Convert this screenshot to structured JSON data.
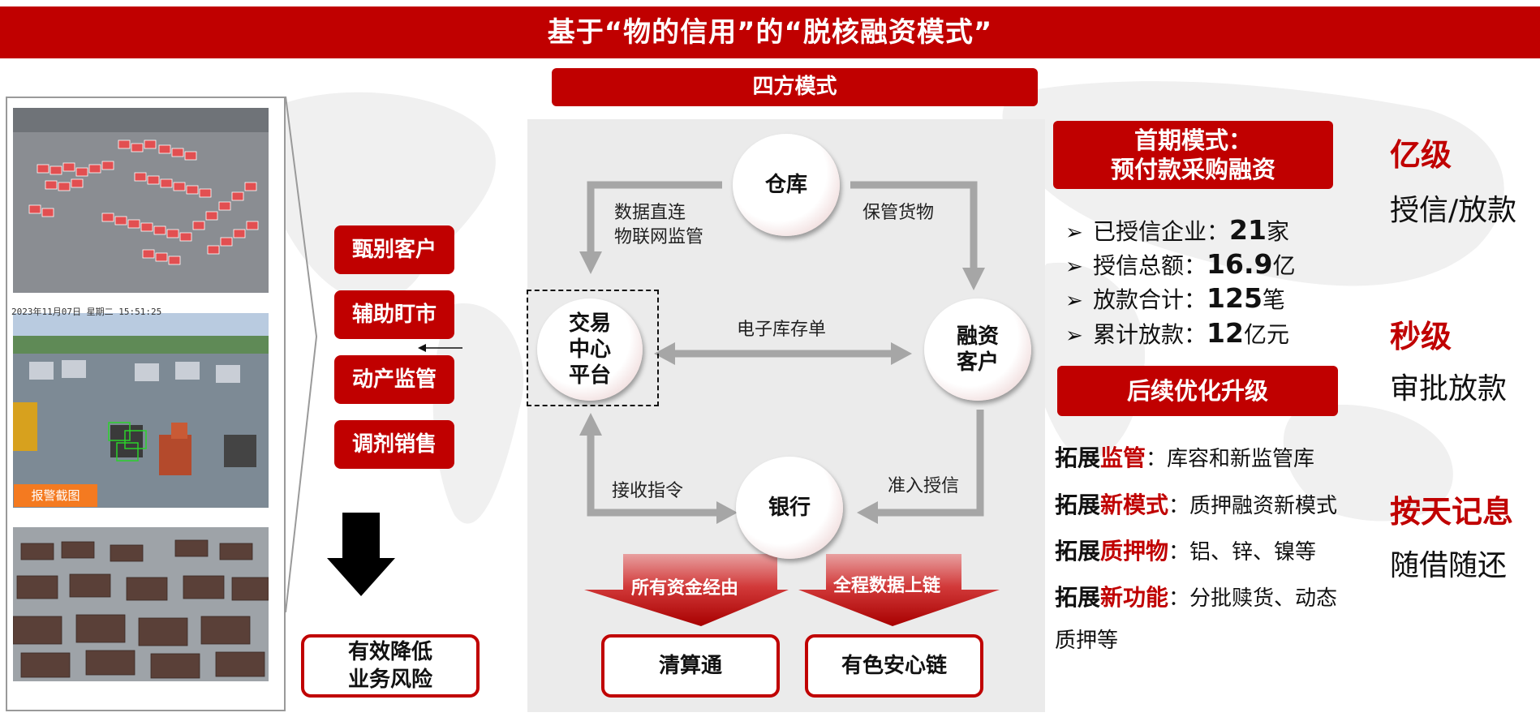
{
  "title": "基于“物的信用”的“脱核融资模式”",
  "four_party": {
    "header": "四方模式",
    "nodes": {
      "warehouse": "仓库",
      "platform": "交易\n中心\n平台",
      "client": "融资\n客户",
      "bank": "银行"
    },
    "edges": {
      "data_direct": "数据直连",
      "iot_monitor": "物联网监管",
      "custody": "保管货物",
      "warehouse_receipt": "电子库存单",
      "receive_order": "接收指令",
      "credit_access": "准入授信"
    },
    "arrows": {
      "funds": "所有资金经由",
      "chain": "全程数据上链"
    },
    "outputs": {
      "clearing": "清算通",
      "safe_chain": "有色安心链"
    }
  },
  "left": {
    "camera_timestamp": "2023年11月07日  星期二  15:51:25",
    "alarm_tag": "报警截图",
    "functions": [
      "甄别客户",
      "辅助盯市",
      "动产监管",
      "调剂销售"
    ],
    "result": [
      "有效降低",
      "业务风险"
    ]
  },
  "first_mode": {
    "title_line1": "首期模式：",
    "title_line2": "预付款采购融资",
    "stats": [
      {
        "label": "已授信企业：",
        "value": "21",
        "unit": "家"
      },
      {
        "label": "授信总额：",
        "value": "16.9",
        "unit": "亿"
      },
      {
        "label": "放款合计：",
        "value": "125",
        "unit": "笔"
      },
      {
        "label": "累计放款：",
        "value": "12",
        "unit": "亿元"
      }
    ]
  },
  "later_mode": {
    "title": "后续优化升级",
    "items": [
      {
        "prefix": "拓展",
        "keyword": "监管",
        "text": "：库容和新监管库"
      },
      {
        "prefix": "拓展",
        "keyword": "新模式",
        "text": "：质押融资新模式"
      },
      {
        "prefix": "拓展",
        "keyword": "质押物",
        "text": "：铝、锌、镍等"
      },
      {
        "prefix": "拓展",
        "keyword": "新功能",
        "text": "：分批赎货、动态"
      }
    ],
    "continuation": "质押等"
  },
  "highlights": [
    {
      "big": "亿级",
      "sub": "授信/放款"
    },
    {
      "big": "秒级",
      "sub": "审批放款"
    },
    {
      "big": "按天记息",
      "sub": "随借随还"
    }
  ],
  "colors": {
    "brand_red": "#c00000",
    "alarm_orange": "#f47a20",
    "arrow_gray": "#a6a6a6",
    "panel_gray": "#ebebeb"
  }
}
